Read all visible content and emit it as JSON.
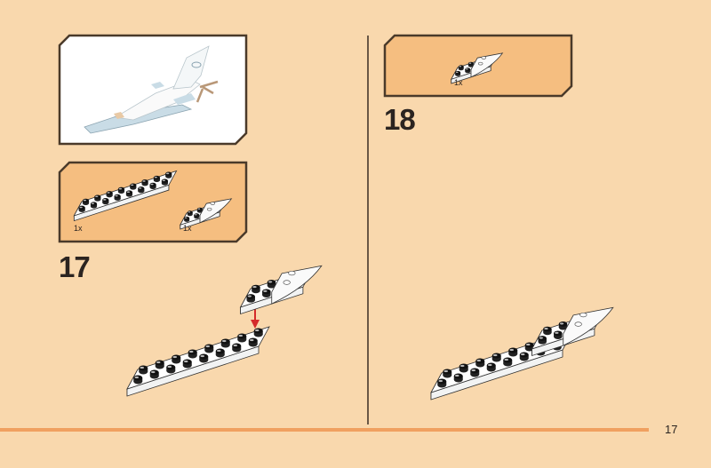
{
  "colors": {
    "background": "#f9d8ad",
    "parts_panel": "#f5be80",
    "frame": "#4a3a2a",
    "accent_line": "#f0a060",
    "arrow": "#d42a2a"
  },
  "left_column": {
    "model_preview": {
      "icon": "airplane-model-preview"
    },
    "parts_list": [
      {
        "part": "plate-2x8-white",
        "qty": "1x"
      },
      {
        "part": "curved-slope-white",
        "qty": "1x"
      }
    ],
    "step_number": "17"
  },
  "right_column": {
    "parts_list": [
      {
        "part": "curved-slope-white",
        "qty": "1x"
      }
    ],
    "step_number": "18"
  },
  "footer": {
    "page_number": "17"
  }
}
